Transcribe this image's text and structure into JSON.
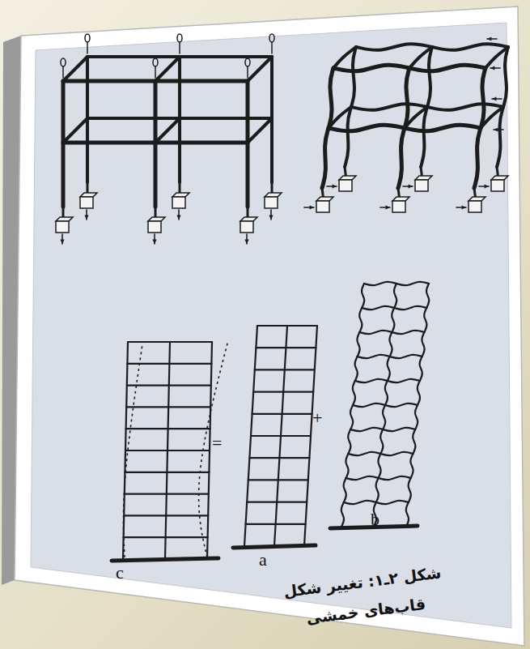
{
  "diagram": {
    "caption": "شکل ۲ـ۱: تغییر شکل قاب‌های خمشی",
    "labels": [
      "=",
      "+",
      "c",
      "a",
      "b"
    ]
  }
}
